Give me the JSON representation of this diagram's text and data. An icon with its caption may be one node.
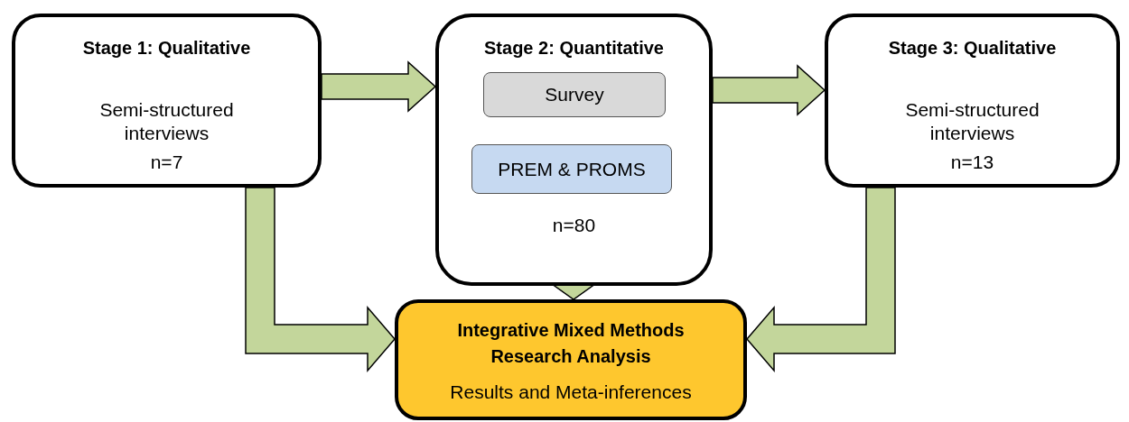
{
  "diagram": {
    "nodes": [
      {
        "text": [
          "Stage 1: Qualitative",
          "Semi-structured interviews",
          "n=7"
        ]
      },
      {
        "text": [
          "Stage 2: Quantitative",
          "n=80"
        ]
      },
      {
        "text": [
          "Survey"
        ],
        "in": 1
      },
      {
        "text": [
          "PREM & PROMS"
        ],
        "in": 1
      },
      {
        "text": [
          "Stage 3: Qualitative",
          "Semi-structured interviews",
          "n=13"
        ]
      },
      {
        "text": [
          "Integrative Mixed Methods Research Analysis",
          "Results and Meta-inferences"
        ]
      }
    ],
    "edges": [
      {
        "from": 0,
        "to": 1,
        "arrow": "to",
        "style": "thick",
        "color": "#c3d69b"
      },
      {
        "from": 1,
        "to": 4,
        "arrow": "to",
        "style": "thick",
        "color": "#c3d69b"
      },
      {
        "from": 0,
        "to": 5,
        "arrow": "to",
        "style": "thick",
        "color": "#c3d69b"
      },
      {
        "from": 1,
        "to": 5,
        "arrow": "to",
        "style": "thick",
        "color": "#c3d69b"
      },
      {
        "from": 4,
        "to": 5,
        "arrow": "to",
        "style": "thick",
        "color": "#c3d69b"
      }
    ]
  }
}
